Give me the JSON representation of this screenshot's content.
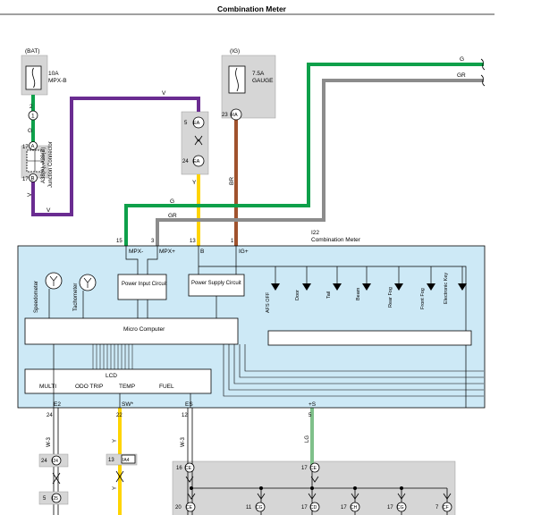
{
  "header": {
    "title": "Combination Meter"
  },
  "fuses": {
    "bat": {
      "source": "(BAT)",
      "rating": "10A",
      "name": "MPX-B"
    },
    "ig": {
      "source": "(IG)",
      "rating": "7.5A",
      "name": "GAUGE"
    }
  },
  "junction_connector": {
    "label": "Junction Connector",
    "id": "A38(A), A39(B)",
    "pins": {
      "pin2": "2",
      "pin1": "1",
      "pin17a": "17",
      "pin17b": "17",
      "pinA": "A",
      "pinB": "B"
    }
  },
  "wire_colors": {
    "v": "V",
    "g": "G",
    "gr": "GR",
    "y": "Y",
    "br": "BR",
    "w3": "W-3",
    "lg": "LG",
    "in_g": "G",
    "in_gr": "GR"
  },
  "connectors": {
    "c5": "5",
    "c5_name": "EA",
    "c24": "24",
    "c24_name": "EA",
    "c23": "23",
    "c23_name": "RA",
    "j1": "1"
  },
  "meter": {
    "id": "I22",
    "name": "Combination Meter",
    "pins": {
      "p15": "15",
      "p3": "3",
      "p13": "13",
      "p1": "1",
      "mpx_minus": "MPX-",
      "mpx_plus": "MPX+",
      "b": "B",
      "ig_plus": "IG+"
    },
    "blocks": {
      "power_input": "Power Input Circuit",
      "power_supply": "Power Supply Circuit",
      "micro": "Micro Computer",
      "lcd": "LCD"
    },
    "gauges": {
      "speedometer": "Speedometer",
      "tachometer": "Tachometer"
    },
    "indicators": [
      "AFS OFF",
      "Door",
      "Tail",
      "Beam",
      "Rear Fog",
      "Front Fog",
      "Electronic Key"
    ],
    "lcd_items": [
      "MULTI",
      "ODO TRIP",
      "TEMP",
      "FUEL"
    ],
    "bottom_pins": {
      "e2": "E2",
      "swm": "SW*",
      "es": "ES",
      "plus_s": "+S",
      "n24": "24",
      "n22": "22",
      "n12": "12",
      "n5": "5"
    }
  },
  "bottom": {
    "w3": "W-3",
    "y": "Y",
    "w3b": "W-3",
    "lg": "LG",
    "c24": "24",
    "c24_name": "I24",
    "c13": "13",
    "c13_name": "IA4",
    "c16": "16",
    "c16_name": "CE",
    "c17": "17",
    "c17_name": "CE",
    "c5": "5",
    "c5_name": "I25",
    "c20": "20",
    "c20_name": "CE",
    "c11": "11",
    "c11_name": "CG",
    "c17b": "17",
    "c17b_name": "CD",
    "c17c": "17",
    "c17c_name": "CH",
    "c17d": "17",
    "c17d_name": "CG",
    "c7": "7",
    "c7_name": "CF"
  },
  "colors": {
    "purple": "#6a2c91",
    "green": "#0ea04a",
    "gray": "#8c8c8c",
    "yellow": "#ffd400",
    "brown": "#a0522d",
    "light_green": "#7fc08a",
    "meter_bg": "#cde9f6",
    "box_gray": "#d6d6d6"
  }
}
